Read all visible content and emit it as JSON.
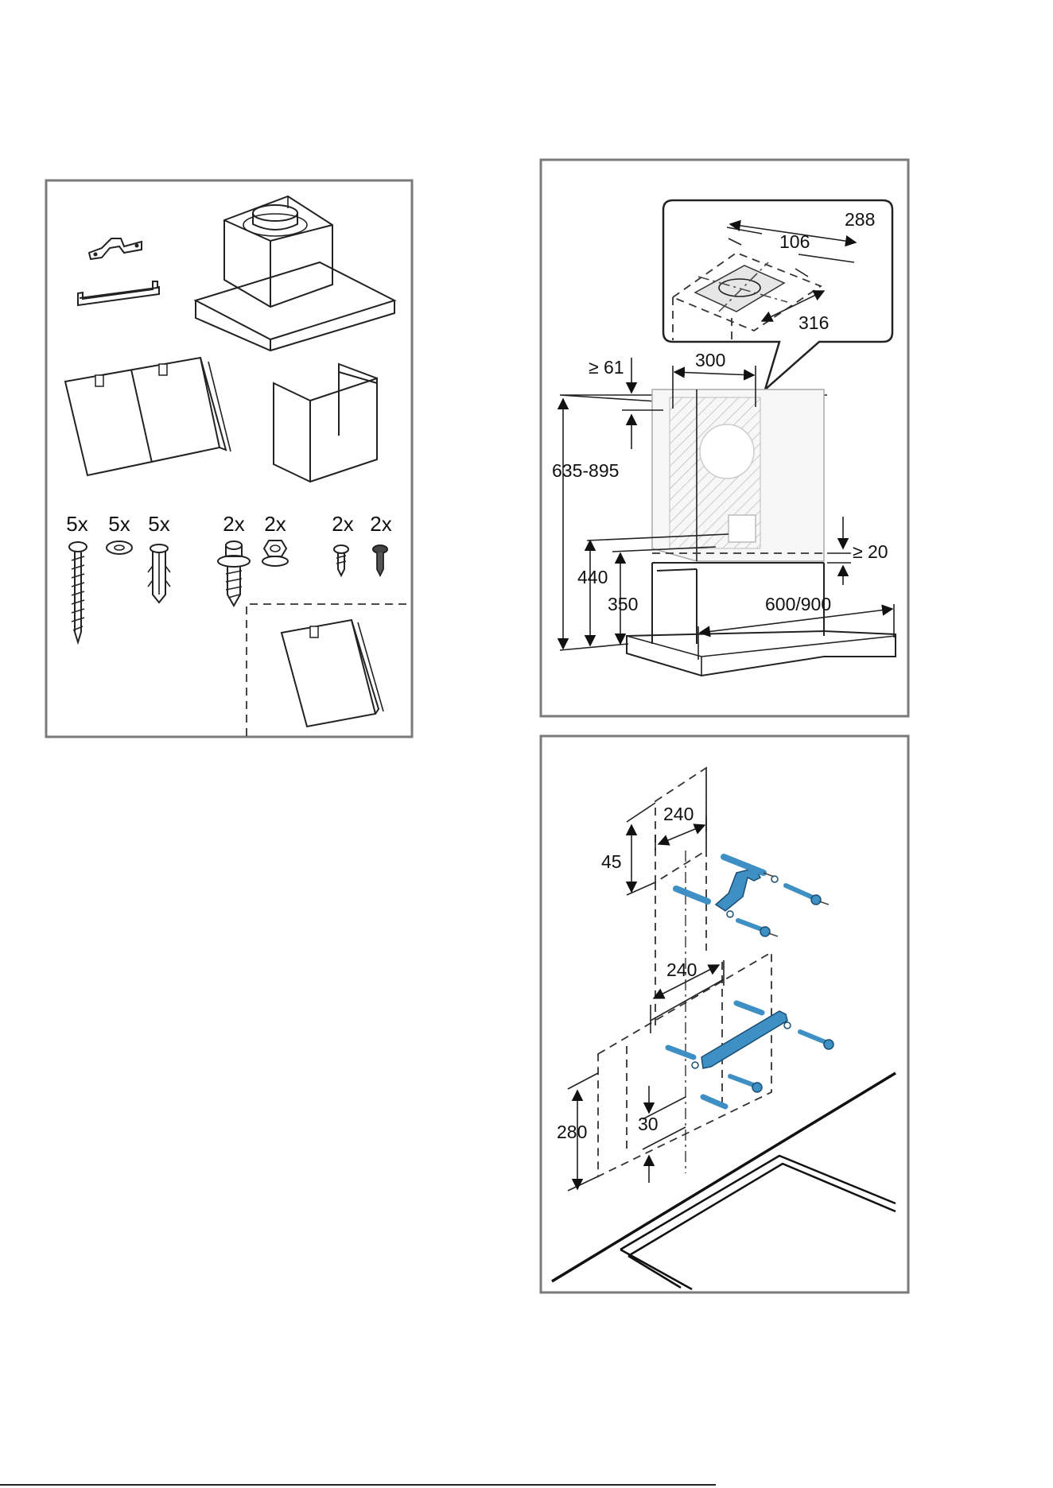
{
  "panel_contents": {
    "quantities": [
      "5x",
      "5x",
      "5x",
      "2x",
      "2x",
      "2x",
      "2x"
    ]
  },
  "panel_dimensions": {
    "top_288": "288",
    "top_106": "106",
    "top_316": "316",
    "min_61": "≥ 61",
    "width_300": "300",
    "height_range": "635-895",
    "height_440": "440",
    "height_350": "350",
    "min_20": "≥ 20",
    "width_options": "600/900"
  },
  "panel_mounting": {
    "upper_240": "240",
    "upper_45": "45",
    "lower_240": "240",
    "lower_280": "280",
    "lower_30": "30"
  },
  "colors": {
    "accent_blue": "#3d8fc4",
    "frame_gray": "#7a7a7a",
    "part_fill": "#f4f4f4"
  }
}
